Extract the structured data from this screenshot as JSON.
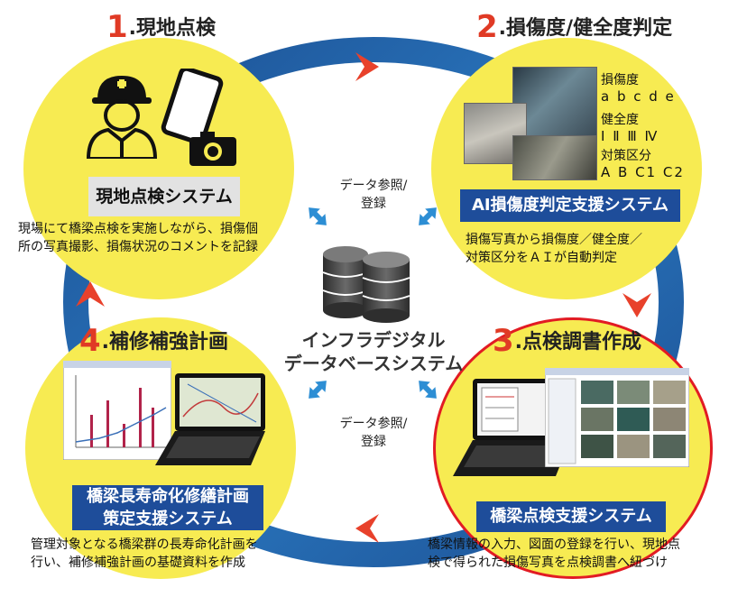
{
  "steps": [
    {
      "num": "1",
      "title": ".現地点検",
      "system": "現地点検システム",
      "desc": [
        "現場にて橋梁点検を実施しながら、損傷個",
        "所の写真撮影、損傷状況のコメントを記録"
      ]
    },
    {
      "num": "2",
      "title": ".損傷度/健全度判定",
      "system": "AI損傷度判定支援システム",
      "desc": [
        "損傷写真から損傷度／健全度／",
        "対策区分をＡＩが自動判定"
      ],
      "grades": [
        {
          "label": "損傷度",
          "codes": "a b c d e"
        },
        {
          "label": "健全度",
          "codes": "Ⅰ Ⅱ Ⅲ Ⅳ"
        },
        {
          "label": "対策区分",
          "codes": "A B C1 C2"
        }
      ]
    },
    {
      "num": "3",
      "title": ".点検調書作成",
      "system": "橋梁点検支援システム",
      "desc": [
        "橋梁情報の入力、図面の登録を行い、現地点",
        "検で得られた損傷写真を点検調書へ紐づけ"
      ]
    },
    {
      "num": "4",
      "title": ".補修補強計画",
      "system": [
        "橋梁長寿命化修繕計画",
        "策定支援システム"
      ],
      "desc": [
        "管理対象となる橋梁群の長寿命化計画を",
        "行い、補修補強計画の基礎資料を作成"
      ]
    }
  ],
  "center": {
    "top_link": [
      "データ参照/",
      "登録"
    ],
    "bottom_link": [
      "データ参照/",
      "登録"
    ],
    "database": [
      "インフラデジタル",
      "データベースシステム"
    ]
  },
  "colors": {
    "circle": "#f7eb52",
    "ring": "#1e5a9c",
    "arrow_red": "#e8412b",
    "system_blue": "#1e4d9a",
    "highlight": "#e21b23"
  }
}
